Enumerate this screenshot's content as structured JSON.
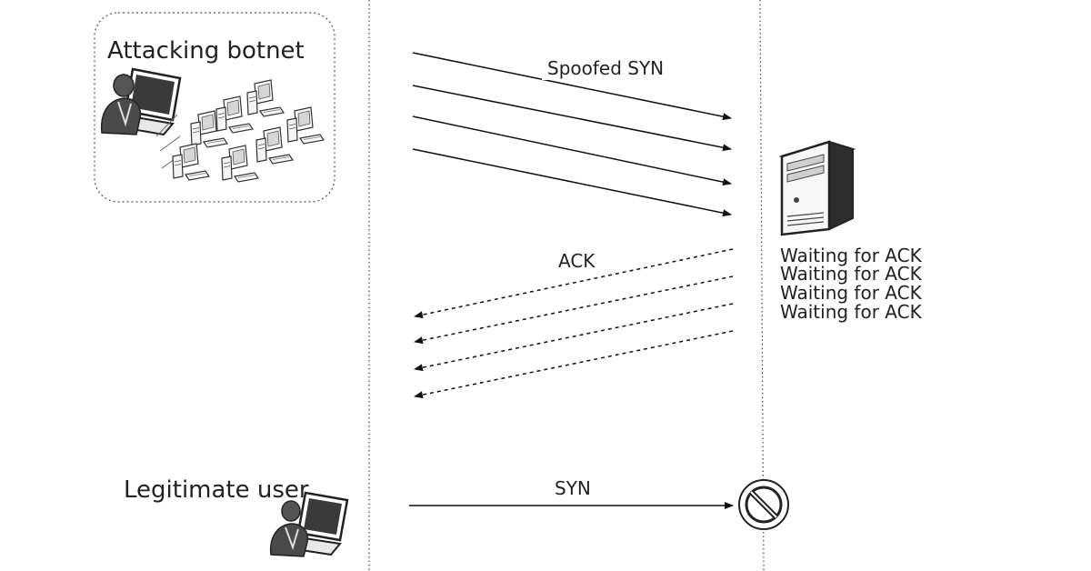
{
  "botnet": {
    "title": "Attacking botnet",
    "attacker_icon": "hacker-laptop-icon",
    "computer_icon": "desktop-computer-icon"
  },
  "server": {
    "icon": "server-tower-icon",
    "statuses": [
      "Waiting for ACK",
      "Waiting for ACK",
      "Waiting for ACK",
      "Waiting for ACK"
    ]
  },
  "messages": {
    "spoofed_syn": "Spoofed SYN",
    "ack": "ACK",
    "syn": "SYN"
  },
  "legitimate": {
    "label": "Legitimate user",
    "user_icon": "user-laptop-icon",
    "blocked_icon": "blocked-icon"
  }
}
